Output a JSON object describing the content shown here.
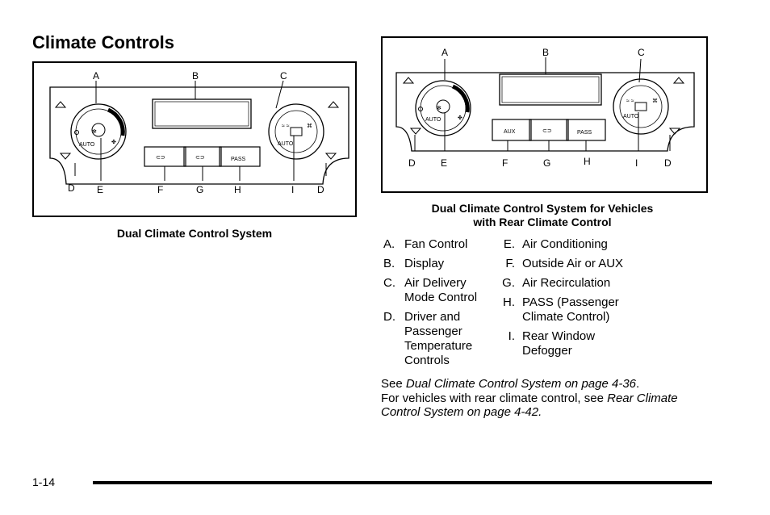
{
  "page": {
    "title": "Climate Controls",
    "page_number": "1-14"
  },
  "figure1": {
    "caption": "Dual Climate Control System",
    "callouts": [
      "A",
      "B",
      "C",
      "D",
      "E",
      "F",
      "G",
      "H",
      "I",
      "D"
    ],
    "button_labels": {
      "pass": "PASS",
      "auto_left": "AUTO",
      "auto_right": "AUTO"
    }
  },
  "figure2": {
    "caption_line1": "Dual Climate Control System for Vehicles",
    "caption_line2": "with Rear Climate Control",
    "callouts": [
      "A",
      "B",
      "C",
      "D",
      "E",
      "F",
      "G",
      "H",
      "I",
      "D"
    ],
    "button_labels": {
      "aux": "AUX",
      "pass": "PASS",
      "auto_left": "AUTO",
      "auto_right": "AUTO"
    }
  },
  "legend": {
    "left": [
      {
        "key": "A.",
        "text": "Fan Control"
      },
      {
        "key": "B.",
        "text": "Display"
      },
      {
        "key": "C.",
        "text": "Air Delivery\nMode Control"
      },
      {
        "key": "D.",
        "text": "Driver and\nPassenger\nTemperature\nControls"
      }
    ],
    "right": [
      {
        "key": "E.",
        "text": "Air Conditioning"
      },
      {
        "key": "F.",
        "text": "Outside Air or AUX"
      },
      {
        "key": "G.",
        "text": "Air Recirculation"
      },
      {
        "key": "H.",
        "text": "PASS (Passenger\nClimate Control)"
      },
      {
        "key": "I.",
        "text": "Rear Window\nDefogger"
      }
    ]
  },
  "references": {
    "see_prefix": "See ",
    "see_ref": "Dual Climate Control System on page 4-36",
    "see_suffix": ".",
    "rear_prefix": "For vehicles with rear climate control, see ",
    "rear_ref": "Rear Climate Control System on page 4-42."
  }
}
